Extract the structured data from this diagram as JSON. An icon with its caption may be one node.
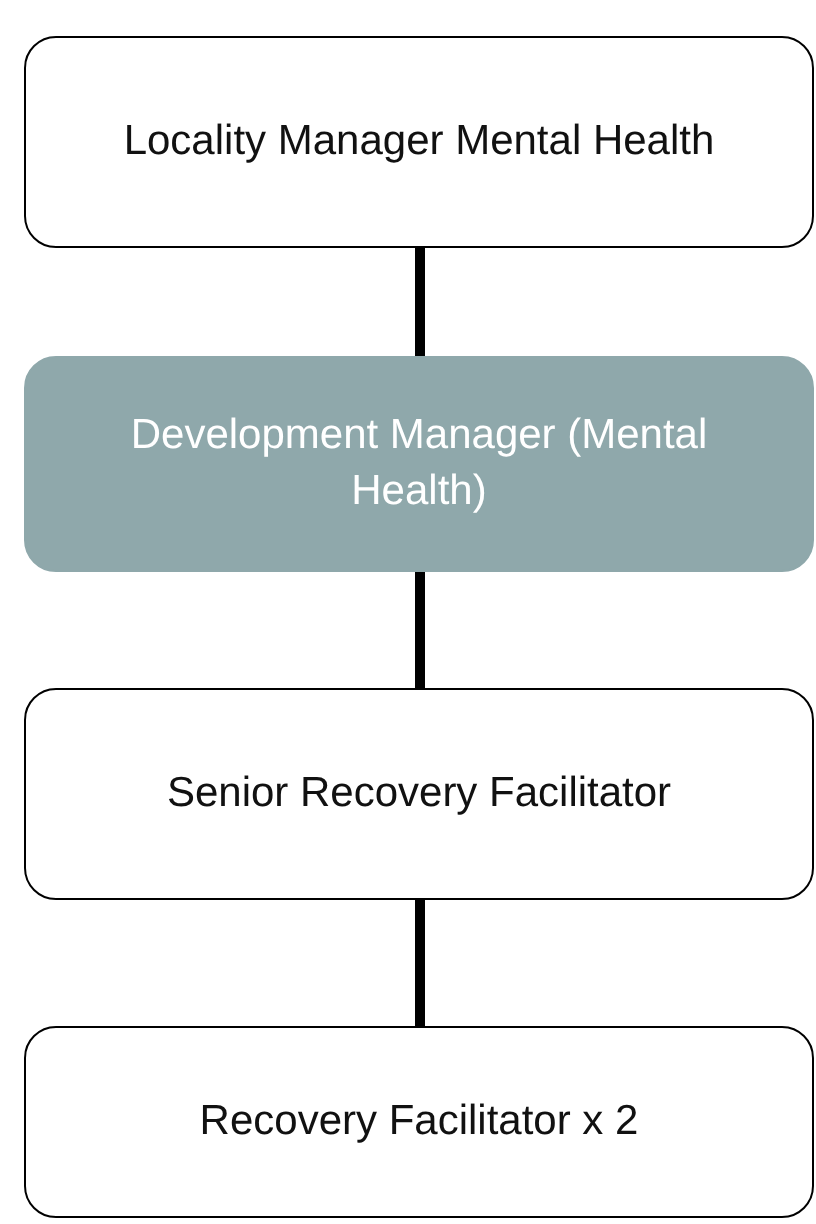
{
  "diagram": {
    "nodes": [
      {
        "text": [
          "Locality Manager Mental Health"
        ]
      },
      {
        "text": [
          "Development Manager (Mental Health)"
        ]
      },
      {
        "text": [
          "Senior Recovery Facilitator"
        ]
      },
      {
        "text": [
          "Recovery Facilitator x 2"
        ]
      }
    ],
    "edges": [
      {
        "from": 0,
        "to": 1,
        "arrow": "none"
      },
      {
        "from": 1,
        "to": 2,
        "arrow": "none"
      },
      {
        "from": 2,
        "to": 3,
        "arrow": "none"
      }
    ]
  }
}
